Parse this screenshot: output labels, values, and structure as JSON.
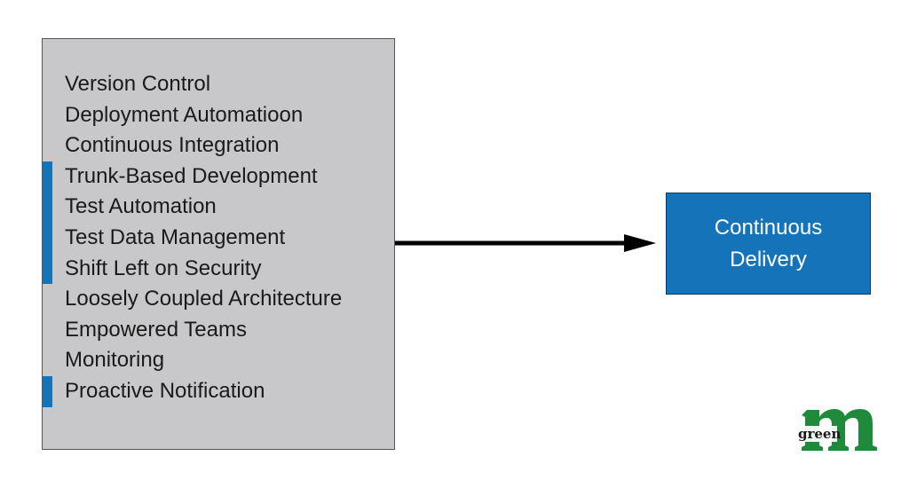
{
  "practices": {
    "items": [
      {
        "label": "Version Control",
        "marked": false
      },
      {
        "label": "Deployment Automatioon",
        "marked": false
      },
      {
        "label": "Continuous Integration",
        "marked": false
      },
      {
        "label": "Trunk-Based Development",
        "marked": true
      },
      {
        "label": "Test Automation",
        "marked": true
      },
      {
        "label": "Test Data Management",
        "marked": true
      },
      {
        "label": "Shift Left on Security",
        "marked": true
      },
      {
        "label": "Loosely Coupled Architecture",
        "marked": false
      },
      {
        "label": "Empowered Teams",
        "marked": false
      },
      {
        "label": "Monitoring",
        "marked": false
      },
      {
        "label": "Proactive Notification",
        "marked": true
      }
    ]
  },
  "outcome": {
    "label": "Continuous Delivery"
  },
  "logo": {
    "text": "green",
    "letter": "m"
  },
  "colors": {
    "box_fill": "#c8c8ca",
    "marker": "#1473b9",
    "outcome_fill": "#1473b9",
    "logo_green": "#1f8a3a"
  }
}
